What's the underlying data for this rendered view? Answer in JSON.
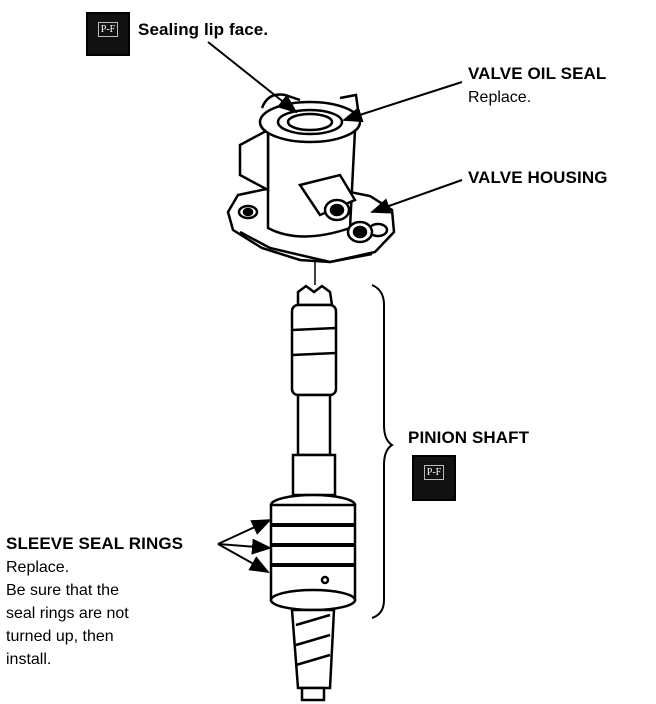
{
  "badges": {
    "top": {
      "icon": "grease-icon",
      "text": "P-F"
    },
    "pinion": {
      "icon": "grease-icon",
      "text": "P-F"
    }
  },
  "labels": {
    "sealing_lip": "Sealing lip face.",
    "valve_oil_seal": {
      "title": "VALVE OIL SEAL",
      "note": "Replace."
    },
    "valve_housing": "VALVE HOUSING",
    "pinion_shaft": "PINION SHAFT",
    "sleeve_seal_rings": {
      "title": "SLEEVE SEAL RINGS",
      "note1": "Replace.",
      "note2": "Be sure that the",
      "note3": "seal rings are not",
      "note4": "turned up, then",
      "note5": "install."
    }
  }
}
